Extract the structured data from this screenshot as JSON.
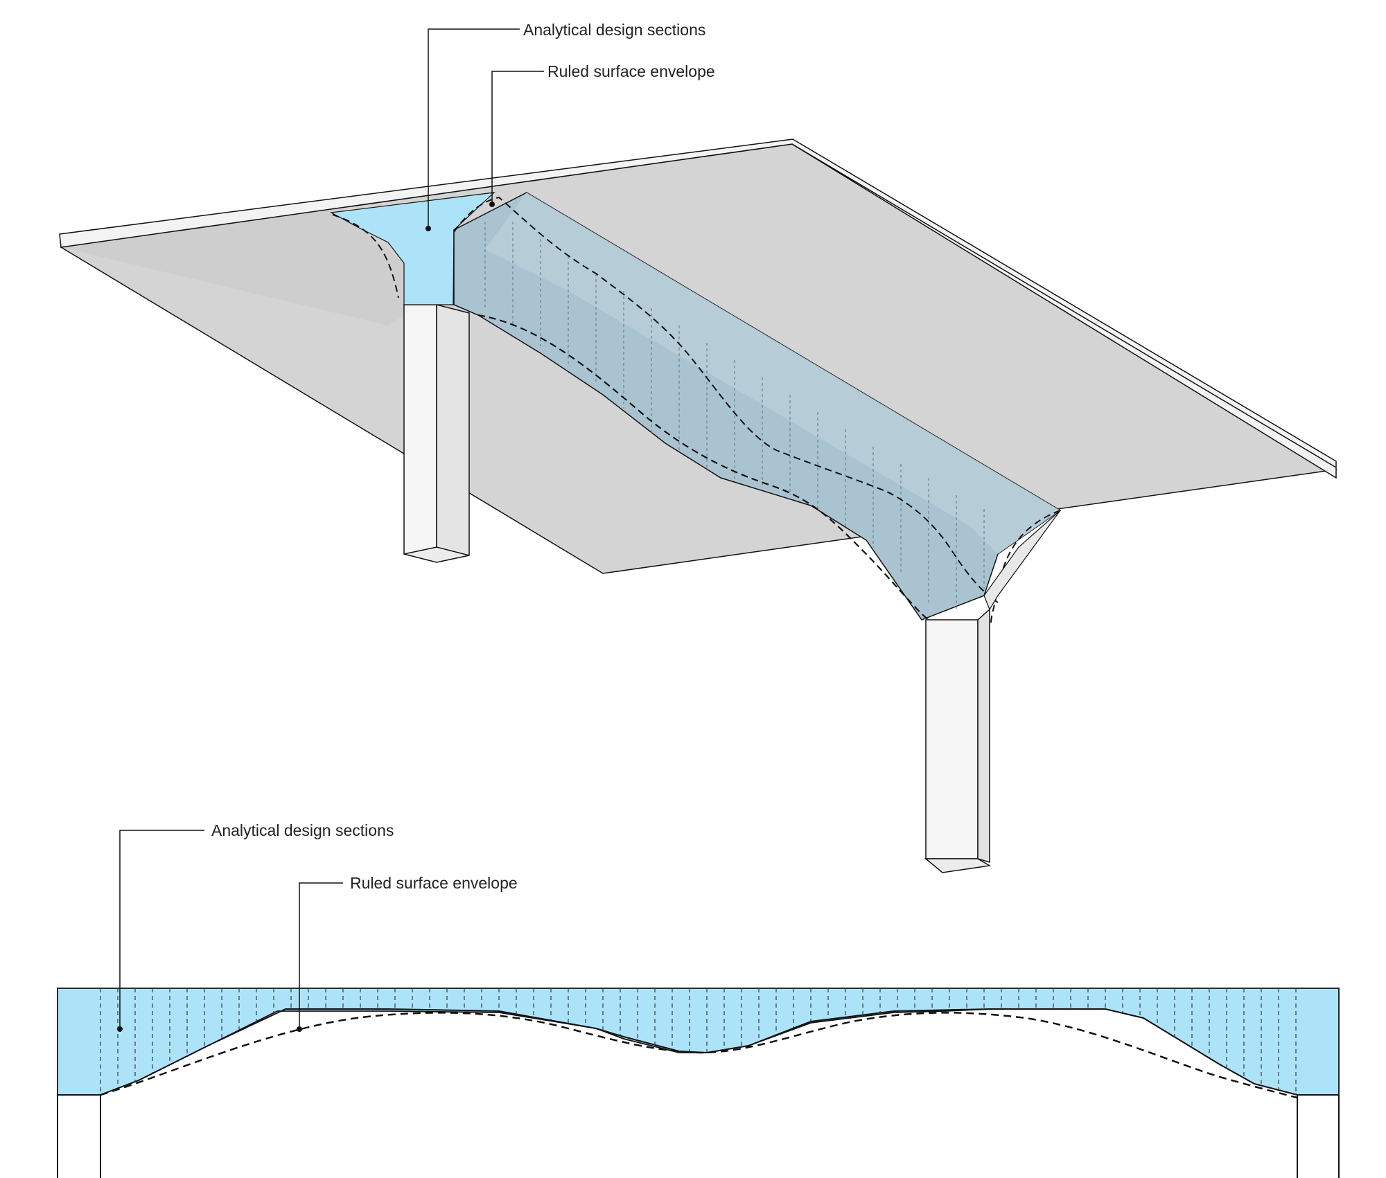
{
  "top_view": {
    "callout_sections": "Analytical design sections",
    "callout_envelope": "Ruled surface envelope"
  },
  "bottom_view": {
    "callout_sections": "Analytical design sections",
    "callout_envelope": "Ruled surface envelope"
  },
  "colors": {
    "slab_top": "#f2f2f2",
    "slab_underside": "#d3d3d3",
    "column_face": "#f5f5f5",
    "column_side": "#e2e2e2",
    "section_fill": "#ade3f8",
    "envelope_fill": "#a9c4d0",
    "outline": "#111111"
  }
}
